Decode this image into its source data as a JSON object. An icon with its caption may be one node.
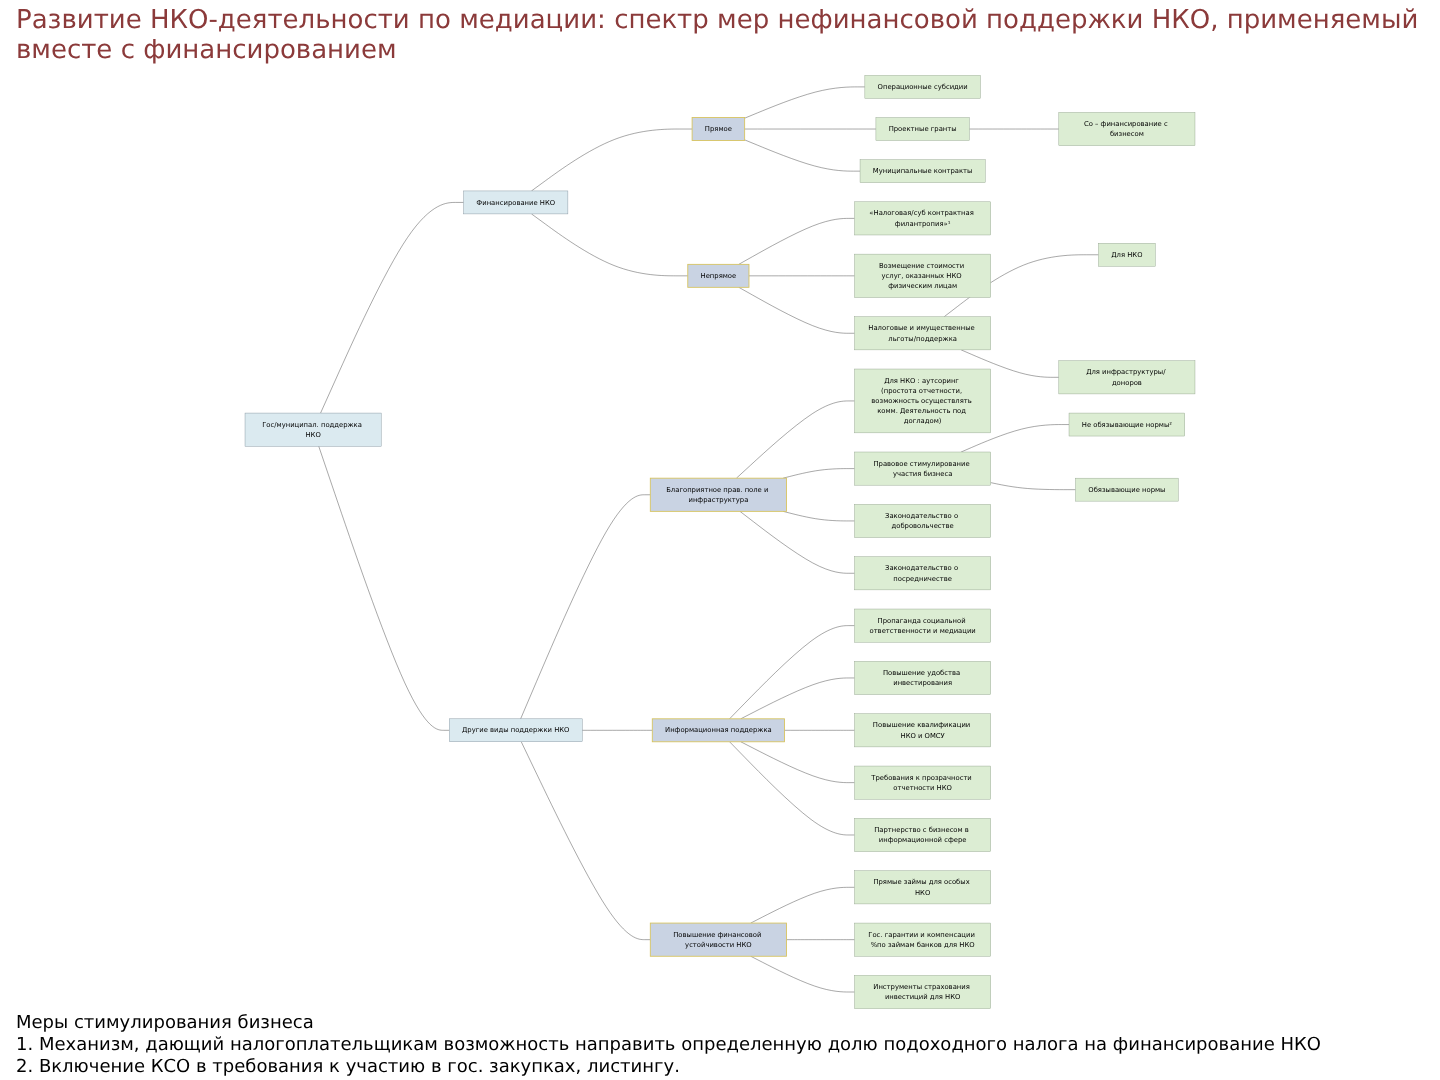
{
  "diagram": {
    "title": "Развитие НКО-деятельности по медиации: спектр мер нефинансовой поддержки НКО, применяемый вместе с финансированием",
    "nodes": [
      {
        "text": [
          "Гос/муниципал. поддержка НКО"
        ]
      },
      {
        "text": [
          "Финансирование НКО"
        ]
      },
      {
        "text": [
          "Другие виды поддержки НКО"
        ]
      },
      {
        "text": [
          "Прямое"
        ]
      },
      {
        "text": [
          "Непрямое"
        ]
      },
      {
        "text": [
          "Благоприятное прав. поле и инфраструктура"
        ]
      },
      {
        "text": [
          "Информационная поддержка"
        ]
      },
      {
        "text": [
          "Операционные субсидии"
        ]
      },
      {
        "text": [
          "Проектные гранты"
        ]
      },
      {
        "text": [
          "Со – финансирование с бизнесом"
        ]
      },
      {
        "text": [
          "Муниципальные контракты"
        ]
      },
      {
        "text": [
          "«Налоговая/суб контрактная филантропия»¹"
        ]
      },
      {
        "text": [
          "Возмещение стоимости услуг, оказанных НКО физическим лицам"
        ]
      },
      {
        "text": [
          "Налоговые и имущественные льготы/поддержка"
        ]
      },
      {
        "text": [
          "Для НКО"
        ]
      },
      {
        "text": [
          "Для инфраструктуры/ доноров"
        ]
      },
      {
        "text": [
          "Для НКО : аутсоринг (простота отчетности, возможность осуществлять комм. Деятельность под догладом)"
        ]
      },
      {
        "text": [
          "Правовое стимулирование участия бизнеса"
        ]
      },
      {
        "text": [
          "Не обязывающие нормы²"
        ]
      },
      {
        "text": [
          "Обязывающие нормы"
        ]
      },
      {
        "text": [
          "Законодательство о добровольчестве"
        ]
      },
      {
        "text": [
          "Законодательство о посредничестве"
        ]
      },
      {
        "text": [
          "Пропаганда социальной ответственности и медиации"
        ]
      },
      {
        "text": [
          "Повышение удобства инвестирования"
        ]
      },
      {
        "text": [
          "Повышение квалификации НКО и ОМСУ"
        ]
      },
      {
        "text": [
          "Требования к прозрачности отчетности НКО"
        ]
      },
      {
        "text": [
          "Партнерство с бизнесом в информационной сфере"
        ]
      },
      {
        "text": [
          "Повышение финансовой устойчивости НКО"
        ]
      },
      {
        "text": [
          "Прямые займы для особых НКО"
        ]
      },
      {
        "text": [
          "Гос. гарантии и компенсации %по займам банков для НКО"
        ]
      },
      {
        "text": [
          "Инструменты страхования инвестиций для НКО"
        ]
      }
    ],
    "edges": [
      {
        "from": 0,
        "to": 1,
        "arrow": "none"
      },
      {
        "from": 0,
        "to": 2,
        "arrow": "none"
      },
      {
        "from": 1,
        "to": 3,
        "arrow": "none"
      },
      {
        "from": 1,
        "to": 4,
        "arrow": "none"
      },
      {
        "from": 2,
        "to": 5,
        "arrow": "none"
      },
      {
        "from": 2,
        "to": 6,
        "arrow": "none"
      },
      {
        "from": 3,
        "to": 7,
        "arrow": "none"
      },
      {
        "from": 3,
        "to": 8,
        "arrow": "none"
      },
      {
        "from": 8,
        "to": 9,
        "arrow": "none"
      },
      {
        "from": 3,
        "to": 10,
        "arrow": "none"
      },
      {
        "from": 4,
        "to": 11,
        "arrow": "none"
      },
      {
        "from": 4,
        "to": 12,
        "arrow": "none"
      },
      {
        "from": 4,
        "to": 13,
        "arrow": "none"
      },
      {
        "from": 13,
        "to": 14,
        "arrow": "none"
      },
      {
        "from": 13,
        "to": 15,
        "arrow": "none"
      },
      {
        "from": 5,
        "to": 16,
        "arrow": "none"
      },
      {
        "from": 5,
        "to": 17,
        "arrow": "none"
      },
      {
        "from": 17,
        "to": 18,
        "arrow": "none"
      },
      {
        "from": 17,
        "to": 19,
        "arrow": "none"
      },
      {
        "from": 5,
        "to": 20,
        "arrow": "none"
      },
      {
        "from": 5,
        "to": 21,
        "arrow": "none"
      },
      {
        "from": 6,
        "to": 22,
        "arrow": "none"
      },
      {
        "from": 6,
        "to": 23,
        "arrow": "none"
      },
      {
        "from": 6,
        "to": 24,
        "arrow": "none"
      },
      {
        "from": 6,
        "to": 25,
        "arrow": "none"
      },
      {
        "from": 6,
        "to": 26,
        "arrow": "none"
      },
      {
        "from": 2,
        "to": 27,
        "arrow": "none"
      },
      {
        "from": 27,
        "to": 28,
        "arrow": "none"
      },
      {
        "from": 27,
        "to": 29,
        "arrow": "none"
      },
      {
        "from": 27,
        "to": 30,
        "arrow": "none"
      }
    ],
    "labels": [
      "Меры стимулирования бизнеса",
      "1. Механизм, дающий налогоплательщикам возможность направить определенную долю подоходного налога на финансирование НКО",
      "2. Включение КСО в требования к участию в гос. закупках, листингу."
    ]
  }
}
